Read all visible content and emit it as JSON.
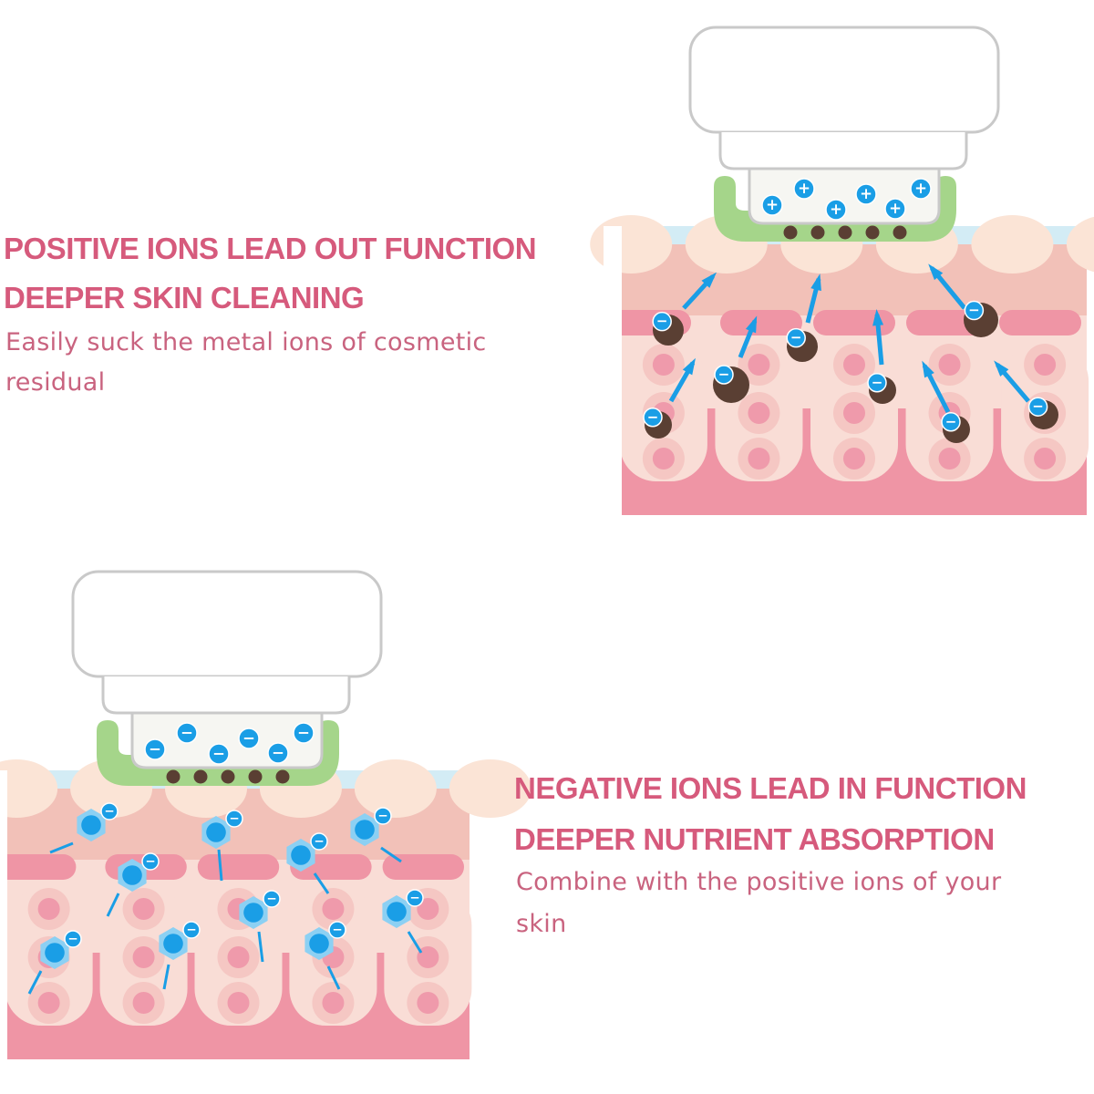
{
  "colors": {
    "heading": "#d65a7c",
    "body": "#c9637f",
    "ion_blue": "#1a9ee6",
    "pad_green": "#a5d58a",
    "residue_brown": "#5a3f33",
    "skin_pink": "#ef95a5"
  },
  "panel_positive": {
    "heading_line1": "POSITIVE IONS LEAD OUT FUNCTION",
    "heading_line2": "DEEPER SKIN CLEANING",
    "body_line1": "Easily suck the metal ions of cosmetic",
    "body_line2": "residual",
    "device_ion_symbol": "+",
    "skin_ion_symbol": "−"
  },
  "panel_negative": {
    "heading_line1": "NEGATIVE IONS LEAD IN FUNCTION",
    "heading_line2": "DEEPER NUTRIENT ABSORPTION",
    "body_line1": "Combine with the positive ions of your",
    "body_line2": "skin",
    "device_ion_symbol": "−",
    "skin_ion_symbol": "−"
  }
}
